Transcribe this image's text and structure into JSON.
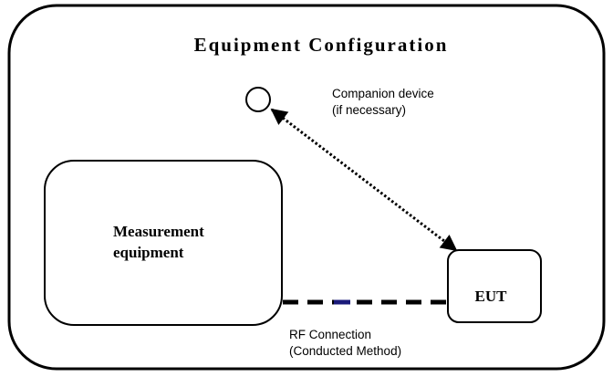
{
  "diagram": {
    "title": "Equipment Configuration",
    "companion": {
      "label_line1": "Companion device",
      "label_line2": "(if necessary)"
    },
    "measurement": {
      "label_line1": "Measurement",
      "label_line2": "equipment"
    },
    "eut": {
      "label": "EUT"
    },
    "rf_connection": {
      "label_line1": "RF Connection",
      "label_line2": "(Conducted Method)"
    },
    "colors": {
      "stroke": "#000000",
      "background": "#ffffff",
      "rf_accent": "#1a1a7a"
    }
  }
}
